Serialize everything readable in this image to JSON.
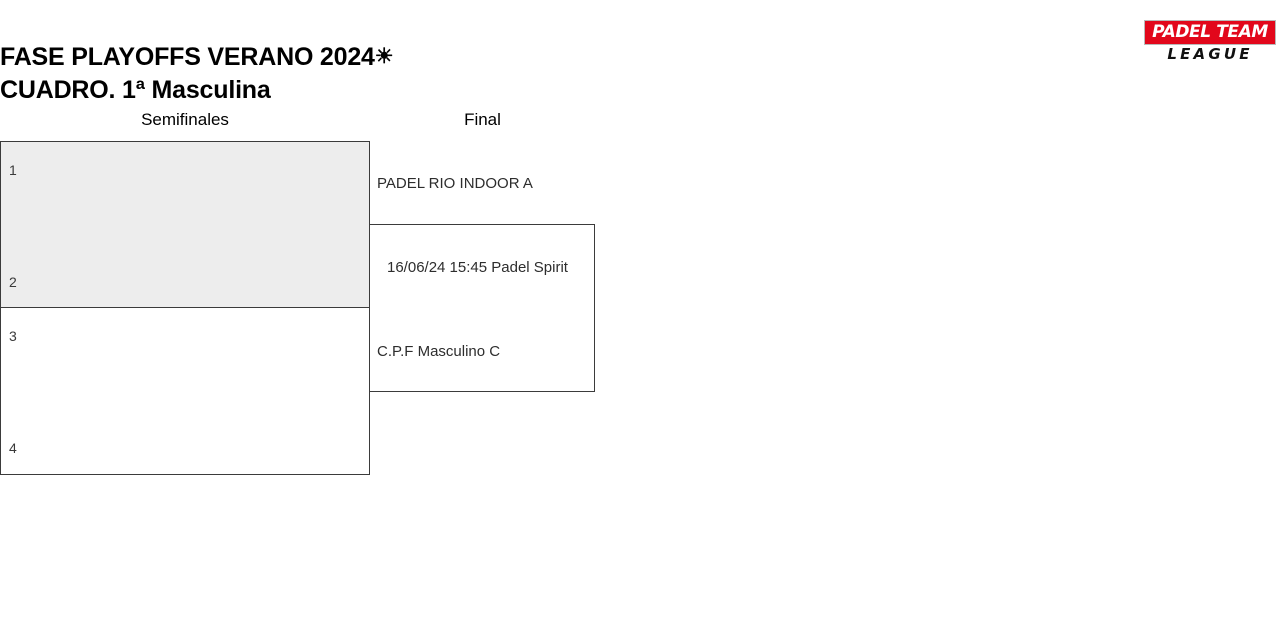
{
  "header": {
    "title_line_1": "FASE PLAYOFFS VERANO 2024",
    "sun_icon": "☀",
    "title_line_2": "CUADRO. 1ª Masculina"
  },
  "logo": {
    "top_text": "PADEL TEAM",
    "bottom_text": "LEAGUE",
    "red": "#E2071B",
    "white": "#FFFFFF",
    "black": "#111111"
  },
  "bracket": {
    "rounds": [
      {
        "id": "semifinales",
        "label": "Semifinales"
      },
      {
        "id": "final",
        "label": "Final"
      }
    ],
    "matches": [
      {
        "id": "sf-1",
        "round": "semifinales",
        "top_slot": "1",
        "bottom_slot": "2",
        "highlighted": true,
        "background": "#EDEDED"
      },
      {
        "id": "sf-2",
        "round": "semifinales",
        "top_slot": "3",
        "bottom_slot": "4",
        "highlighted": false,
        "background": "#FFFFFF"
      },
      {
        "id": "final",
        "round": "final",
        "top_team": "PADEL RIO INDOOR A",
        "bottom_team": "C.P.F Masculino C",
        "match_info": "16/06/24 15:45 Padel Spirit",
        "date": "16/06/24",
        "time": "15:45",
        "venue": "Padel Spirit",
        "background": "#FFFFFF"
      }
    ]
  }
}
